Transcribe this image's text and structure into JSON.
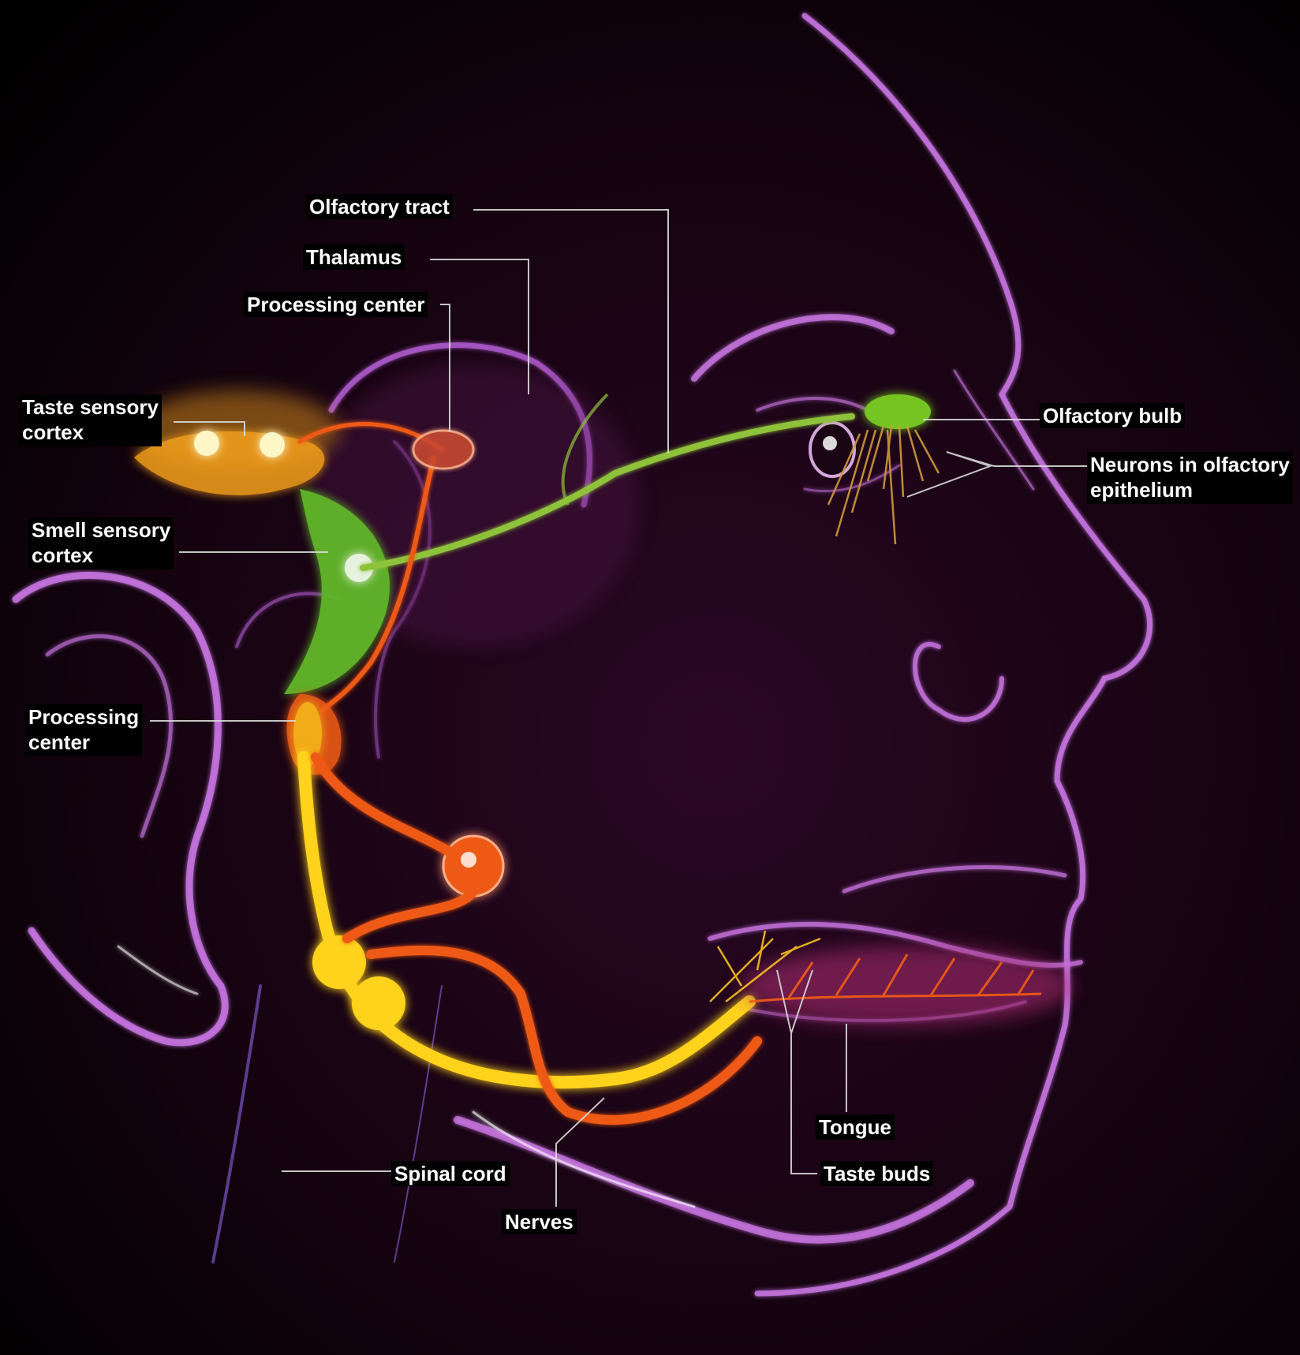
{
  "labels": {
    "olfactory_tract": "Olfactory tract",
    "thalamus": "Thalamus",
    "processing_center_top": "Processing center",
    "taste_sensory_cortex_line1": "Taste sensory",
    "taste_sensory_cortex_line2": "cortex",
    "smell_sensory_cortex_line1": "Smell sensory",
    "smell_sensory_cortex_line2": "cortex",
    "processing_center_left_line1": "Processing",
    "processing_center_left_line2": "center",
    "olfactory_bulb": "Olfactory bulb",
    "neurons_olfactory_line1": "Neurons in olfactory",
    "neurons_olfactory_line2": "epithelium",
    "tongue": "Tongue",
    "taste_buds": "Taste buds",
    "spinal_cord": "Spinal cord",
    "nerves": "Nerves"
  },
  "colors": {
    "background": "#000000",
    "background_tint": "#24061f",
    "face_outline": "#c774e0",
    "smell_pathway": "#8fc23a",
    "smell_cortex": "#62b82c",
    "taste_pathway": "#ee5a16",
    "spinal_cord": "#ffd21a",
    "taste_cortex": "#f7a21c",
    "leader_lines": "#d8d8d8",
    "label_text": "#ffffff"
  }
}
